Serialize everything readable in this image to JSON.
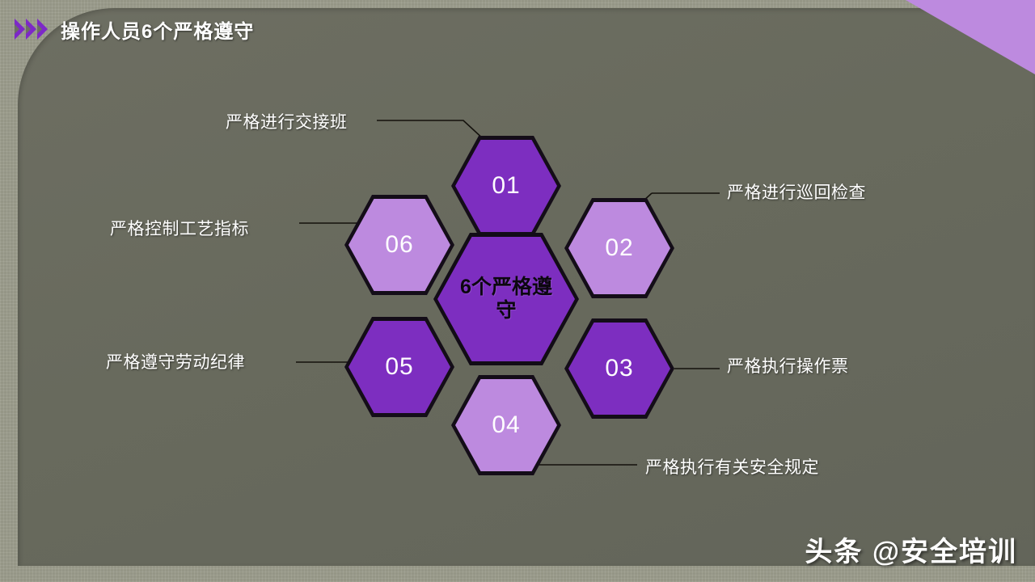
{
  "slide": {
    "title": "操作人员6个严格遵守",
    "watermark": "头条 @安全培训"
  },
  "theme": {
    "background": "#9b9c8c",
    "panel": "#6d6e62",
    "accent_dark_purple": "#7d2ec0",
    "accent_light_purple": "#bd8adf",
    "corner_triangle": "#bd8adf",
    "chevron": "#7d28c8",
    "hex_outline": "#120c16",
    "label_text": "#ffffff",
    "center_text": "#0c0710"
  },
  "diagram": {
    "type": "hexagon-cluster",
    "center": {
      "label": "6个严格遵守",
      "fill": "#7d2ec0"
    },
    "nodes": [
      {
        "number": "01",
        "label": "严格进行交接班",
        "fill": "#7d2ec0",
        "tone": "dark",
        "position": "top"
      },
      {
        "number": "02",
        "label": "严格进行巡回检查",
        "fill": "#bd8adf",
        "tone": "light",
        "position": "upper-right"
      },
      {
        "number": "03",
        "label": "严格执行操作票",
        "fill": "#7d2ec0",
        "tone": "dark",
        "position": "lower-right"
      },
      {
        "number": "04",
        "label": "严格执行有关安全规定",
        "fill": "#bd8adf",
        "tone": "light",
        "position": "bottom"
      },
      {
        "number": "05",
        "label": "严格遵守劳动纪律",
        "fill": "#7d2ec0",
        "tone": "dark",
        "position": "lower-left"
      },
      {
        "number": "06",
        "label": "严格控制工艺指标",
        "fill": "#bd8adf",
        "tone": "light",
        "position": "upper-left"
      }
    ]
  },
  "header": {
    "chevron_count": 3,
    "chevron_icon": "chevron-right-icon"
  }
}
